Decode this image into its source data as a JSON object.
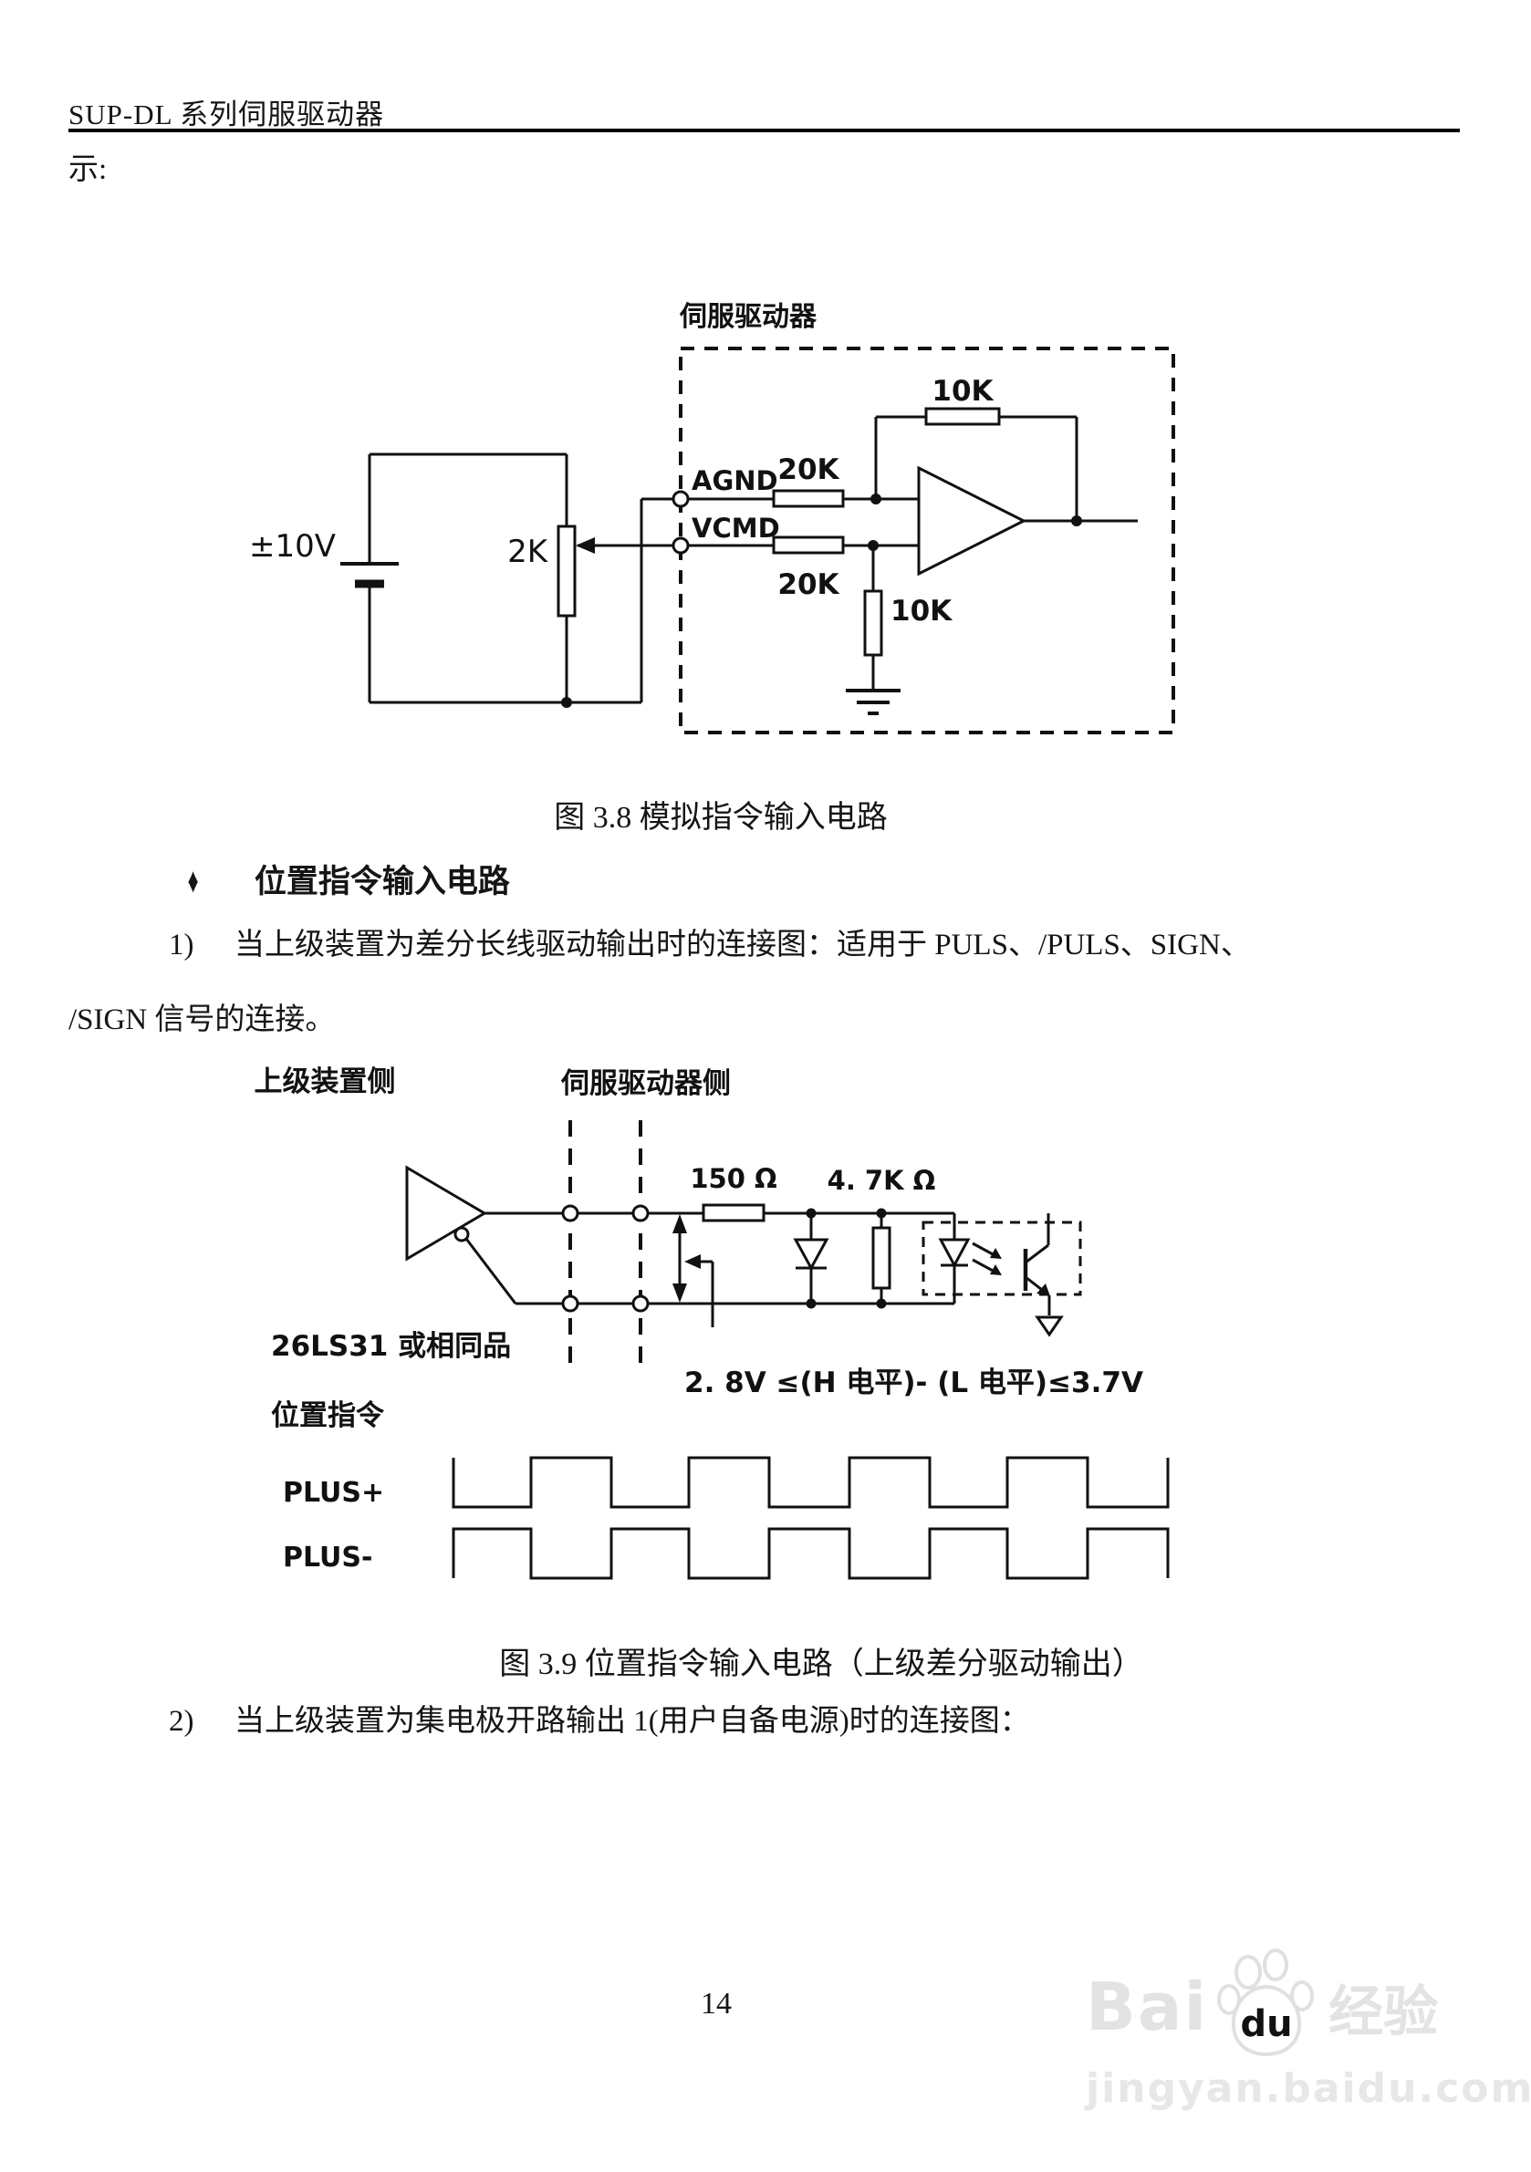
{
  "page": {
    "header": "SUP-DL 系列伺服驱动器",
    "intro": "示:",
    "page_number": "14"
  },
  "figure38": {
    "box_label": "伺服驱动器",
    "source_label": "±10V",
    "pot_label": "2K",
    "terminal_agnd": "AGND",
    "terminal_vcmd": "VCMD",
    "resistor_agnd": "20K",
    "resistor_vcmd": "20K",
    "resistor_feedback": "10K",
    "resistor_ground": "10K",
    "caption": "图 3.8 模拟指令输入电路"
  },
  "section": {
    "bullet": "♦",
    "title": "位置指令输入电路",
    "item1_number": "1)",
    "item1_line1": "当上级装置为差分长线驱动输出时的连接图：适用于 PULS、/PULS、SIGN、",
    "item1_line2": "/SIGN 信号的连接。",
    "item2_number": "2)",
    "item2_text": "当上级装置为集电极开路输出 1(用户自备电源)时的连接图："
  },
  "figure39": {
    "host_side_label": "上级装置侧",
    "servo_side_label": "伺服驱动器侧",
    "resistor_series": "150 Ω",
    "resistor_pullup": "4. 7K Ω",
    "driver_ic_label": "26LS31 或相同品",
    "command_label": "位置指令",
    "level_note": "2. 8V ≤(H 电平)- (L 电平)≤3.7V",
    "waveform_plus": "PLUS+",
    "waveform_minus": "PLUS-",
    "caption": "图 3.9 位置指令输入电路（上级差分驱动输出）"
  },
  "watermark": {
    "brand_prefix": "Bai",
    "paw_label": "du",
    "brand_suffix": "经验",
    "url": "jingyan.baidu.com"
  }
}
